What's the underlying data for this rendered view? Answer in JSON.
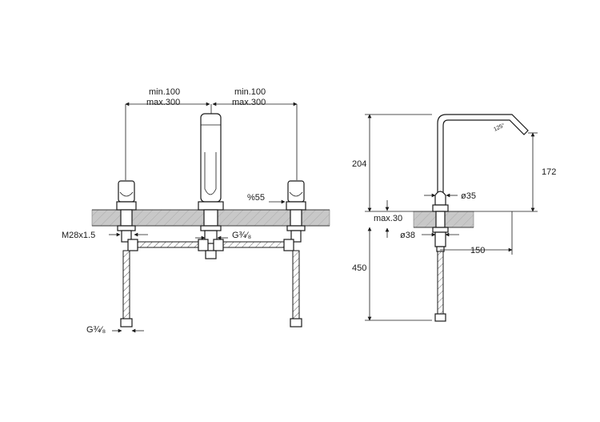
{
  "front_view": {
    "spacing_left_min": "min.100",
    "spacing_left_max": "max.300",
    "spacing_right_min": "min.100",
    "spacing_right_max": "max.300",
    "hole_dim": "%55",
    "thread_label": "M28x1.5",
    "connector_center": "G¾⁄₈",
    "connector_bottom": "G¾⁄₈"
  },
  "side_view": {
    "height_total": "204",
    "spout_height": "172",
    "angle": "125°",
    "base_diameter": "ø35",
    "counter_thickness": "max.30",
    "hole_diameter": "ø38",
    "spout_reach": "150",
    "hose_length": "450"
  },
  "colors": {
    "line": "#1a1a1a",
    "counter": "#c8c8c8",
    "background": "#ffffff"
  }
}
